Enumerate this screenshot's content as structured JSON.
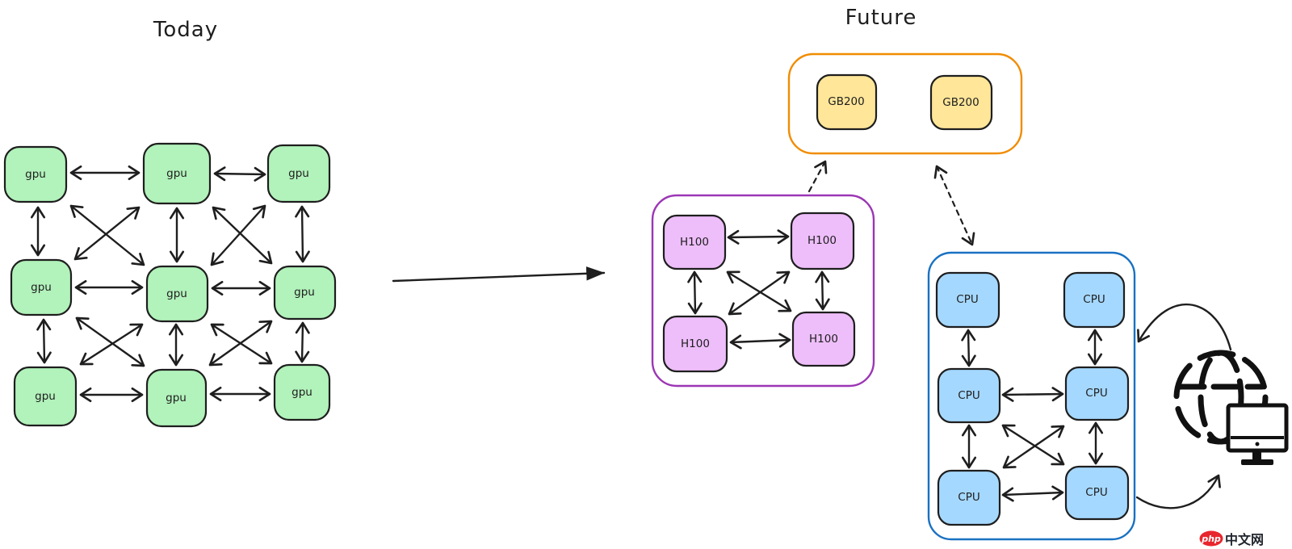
{
  "diagram": {
    "today": {
      "title": "Today",
      "nodes": [
        {
          "label": "gpu"
        },
        {
          "label": "gpu"
        },
        {
          "label": "gpu"
        },
        {
          "label": "gpu"
        },
        {
          "label": "gpu"
        },
        {
          "label": "gpu"
        },
        {
          "label": "gpu"
        },
        {
          "label": "gpu"
        },
        {
          "label": "gpu"
        }
      ]
    },
    "future": {
      "title": "Future",
      "gb200_pod": {
        "nodes": [
          {
            "label": "GB200"
          },
          {
            "label": "GB200"
          }
        ]
      },
      "h100_cluster": {
        "nodes": [
          {
            "label": "H100"
          },
          {
            "label": "H100"
          },
          {
            "label": "H100"
          },
          {
            "label": "H100"
          }
        ]
      },
      "cpu_cluster": {
        "nodes": [
          {
            "label": "CPU"
          },
          {
            "label": "CPU"
          },
          {
            "label": "CPU"
          },
          {
            "label": "CPU"
          },
          {
            "label": "CPU"
          },
          {
            "label": "CPU"
          }
        ]
      }
    },
    "icons": {
      "globe": "globe-icon",
      "monitor": "monitor-icon"
    },
    "colors": {
      "node_stroke": "#1e1e1e",
      "gpu_fill": "#b2f2bb",
      "h100_fill": "#eebefa",
      "gb200_fill": "#ffe699",
      "cpu_fill": "#a5d8ff",
      "gb200_container_stroke": "#f08c00",
      "h100_container_stroke": "#9c36b5",
      "cpu_container_stroke": "#1971c2"
    }
  },
  "watermark": {
    "brand": "php",
    "site": "中文网"
  }
}
